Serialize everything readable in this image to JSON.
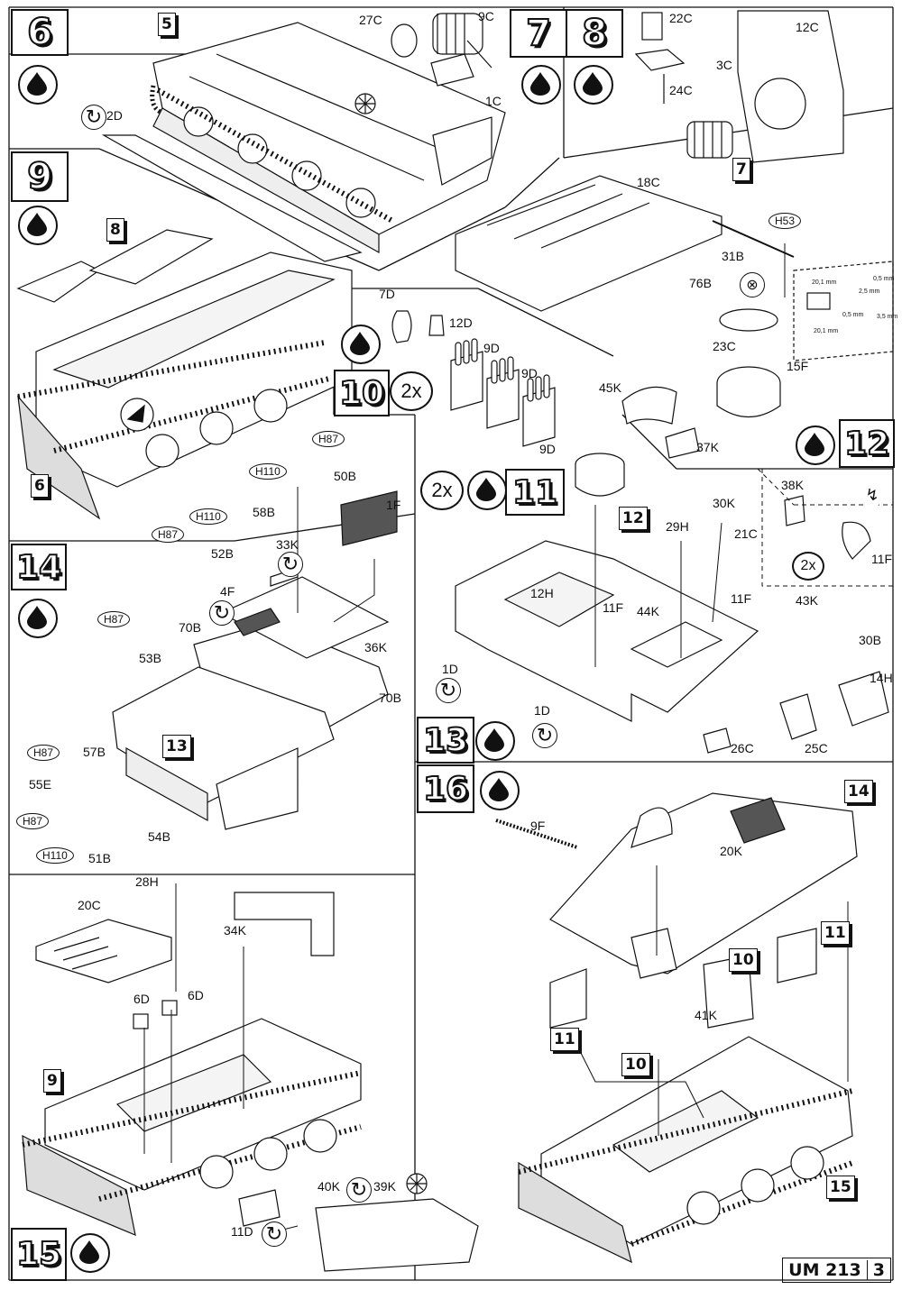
{
  "steps": [
    {
      "number": "6"
    },
    {
      "number": "7"
    },
    {
      "number": "8"
    },
    {
      "number": "9"
    },
    {
      "number": "10"
    },
    {
      "number": "11"
    },
    {
      "number": "12"
    },
    {
      "number": "13"
    },
    {
      "number": "14"
    },
    {
      "number": "15"
    },
    {
      "number": "16"
    }
  ],
  "refs": {
    "r5": "5",
    "r8": "8",
    "r6": "6",
    "r7": "7",
    "r12": "12",
    "r13": "13",
    "r14": "14",
    "r9": "9",
    "r15": "15",
    "r10a": "10",
    "r10b": "10",
    "r11a": "11",
    "r11b": "11"
  },
  "quantities": {
    "q10": "2x",
    "q11": "2x",
    "q12": "2x"
  },
  "parts": {
    "p27C": "27C",
    "p9C": "9C",
    "p1C": "1C",
    "p2D": "2D",
    "p22C": "22C",
    "p24C": "24C",
    "p12C": "12C",
    "p3C": "3C",
    "p18C": "18C",
    "p31B": "31B",
    "p76B": "76B",
    "p23C": "23C",
    "p15F": "15F",
    "p7D": "7D",
    "p12D": "12D",
    "p9Da": "9D",
    "p9Db": "9D",
    "p9Dc": "9D",
    "p45K": "45K",
    "p37K": "37K",
    "p38K": "38K",
    "p11Fa": "11F",
    "p50B": "50B",
    "p1F": "1F",
    "p58B": "58B",
    "p52B": "52B",
    "p33K": "33K",
    "p4F": "4F",
    "p36K": "36K",
    "p53B": "53B",
    "p70Ba": "70B",
    "p70Bb": "70B",
    "p57B": "57B",
    "p55E": "55E",
    "p51B": "51B",
    "p54B": "54B",
    "p12H": "12H",
    "p29H": "29H",
    "p30K": "30K",
    "p21C": "21C",
    "p11Fb": "11F",
    "p11Fc": "11F",
    "p44K": "44K",
    "p43K": "43K",
    "p30B": "30B",
    "p14H": "14H",
    "p1Da": "1D",
    "p1Db": "1D",
    "p26C": "26C",
    "p25C": "25C",
    "p28H": "28H",
    "p20C": "20C",
    "p34K": "34K",
    "p6Da": "6D",
    "p6Db": "6D",
    "p40K": "40K",
    "p39K": "39K",
    "p11D": "11D",
    "p9F": "9F",
    "p20K": "20K",
    "p41K": "41K"
  },
  "hoods": {
    "h53": "H53",
    "h87a": "H87",
    "h110a": "H110",
    "h110b": "H110",
    "h87b": "H87",
    "h87c": "H87",
    "h87d": "H87",
    "h87e": "H87",
    "h110c": "H110"
  },
  "dims": {
    "d1": "0,5 mm",
    "d2": "3,5 mm",
    "d3": "0,5 mm",
    "d4": "20,1 mm",
    "d5": "20,1 mm",
    "d6": "2,5 mm"
  },
  "footer": {
    "code": "UM 213",
    "page": "3"
  },
  "colors": {
    "ink": "#111111",
    "paper": "#ffffff"
  }
}
